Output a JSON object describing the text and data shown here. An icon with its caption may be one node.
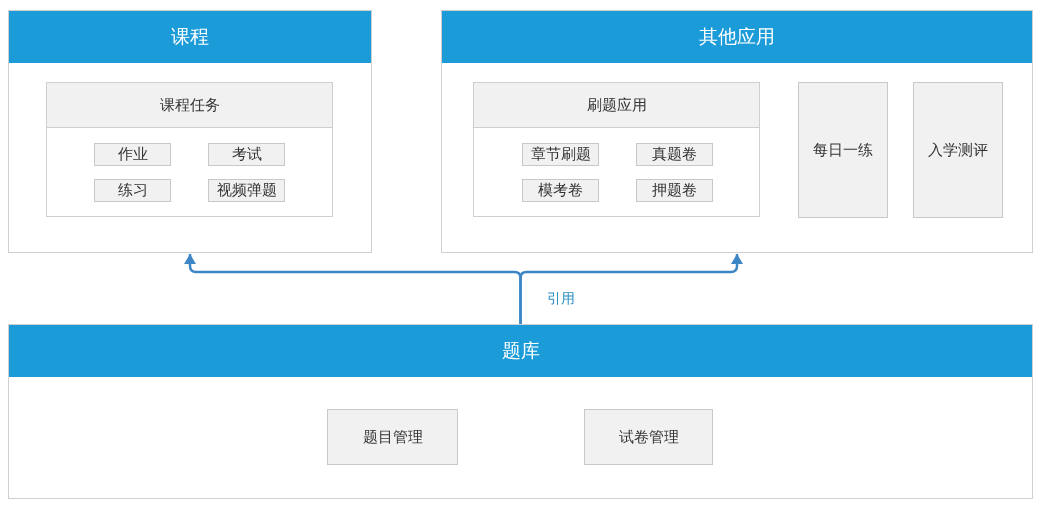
{
  "diagram": {
    "nodes": [
      {
        "text": [
          "课程"
        ]
      },
      {
        "text": [
          "课程任务"
        ],
        "in": 0
      },
      {
        "text": [
          "作业"
        ],
        "in": 1
      },
      {
        "text": [
          "考试"
        ],
        "in": 1
      },
      {
        "text": [
          "练习"
        ],
        "in": 1
      },
      {
        "text": [
          "视频弹题"
        ],
        "in": 1
      },
      {
        "text": [
          "其他应用"
        ]
      },
      {
        "text": [
          "刷题应用"
        ],
        "in": 6
      },
      {
        "text": [
          "章节刷题"
        ],
        "in": 7
      },
      {
        "text": [
          "真题卷"
        ],
        "in": 7
      },
      {
        "text": [
          "模考卷"
        ],
        "in": 7
      },
      {
        "text": [
          "押题卷"
        ],
        "in": 7
      },
      {
        "text": [
          "每日一练"
        ],
        "in": 6
      },
      {
        "text": [
          "入学测评"
        ],
        "in": 6
      },
      {
        "text": [
          "题库"
        ]
      },
      {
        "text": [
          "题目管理"
        ],
        "in": 14
      },
      {
        "text": [
          "试卷管理"
        ],
        "in": 14
      }
    ],
    "edges": [
      {
        "from": 14,
        "to": 0,
        "arrow": "to",
        "label": "引用"
      },
      {
        "from": 14,
        "to": 6,
        "arrow": "to"
      }
    ]
  }
}
